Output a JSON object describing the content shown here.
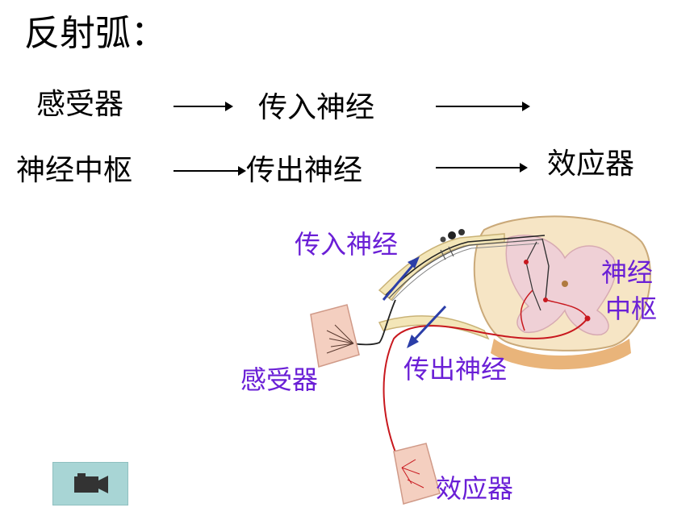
{
  "title": "反射弧：",
  "flow": {
    "row1": [
      "感受器",
      "传入神经"
    ],
    "row2": [
      "神经中枢",
      "传出神经",
      "效应器"
    ]
  },
  "diagram": {
    "labels": {
      "afferent": "传入神经",
      "center_line1": "神经",
      "center_line2": "中枢",
      "receptor": "感受器",
      "efferent": "传出神经",
      "effector": "效应器"
    },
    "label_color": "#6a1fd6",
    "arrow_color": "#2b3ea8",
    "nerve_red": "#c8181e"
  },
  "video_button": {
    "icon": "video-camera-icon"
  }
}
